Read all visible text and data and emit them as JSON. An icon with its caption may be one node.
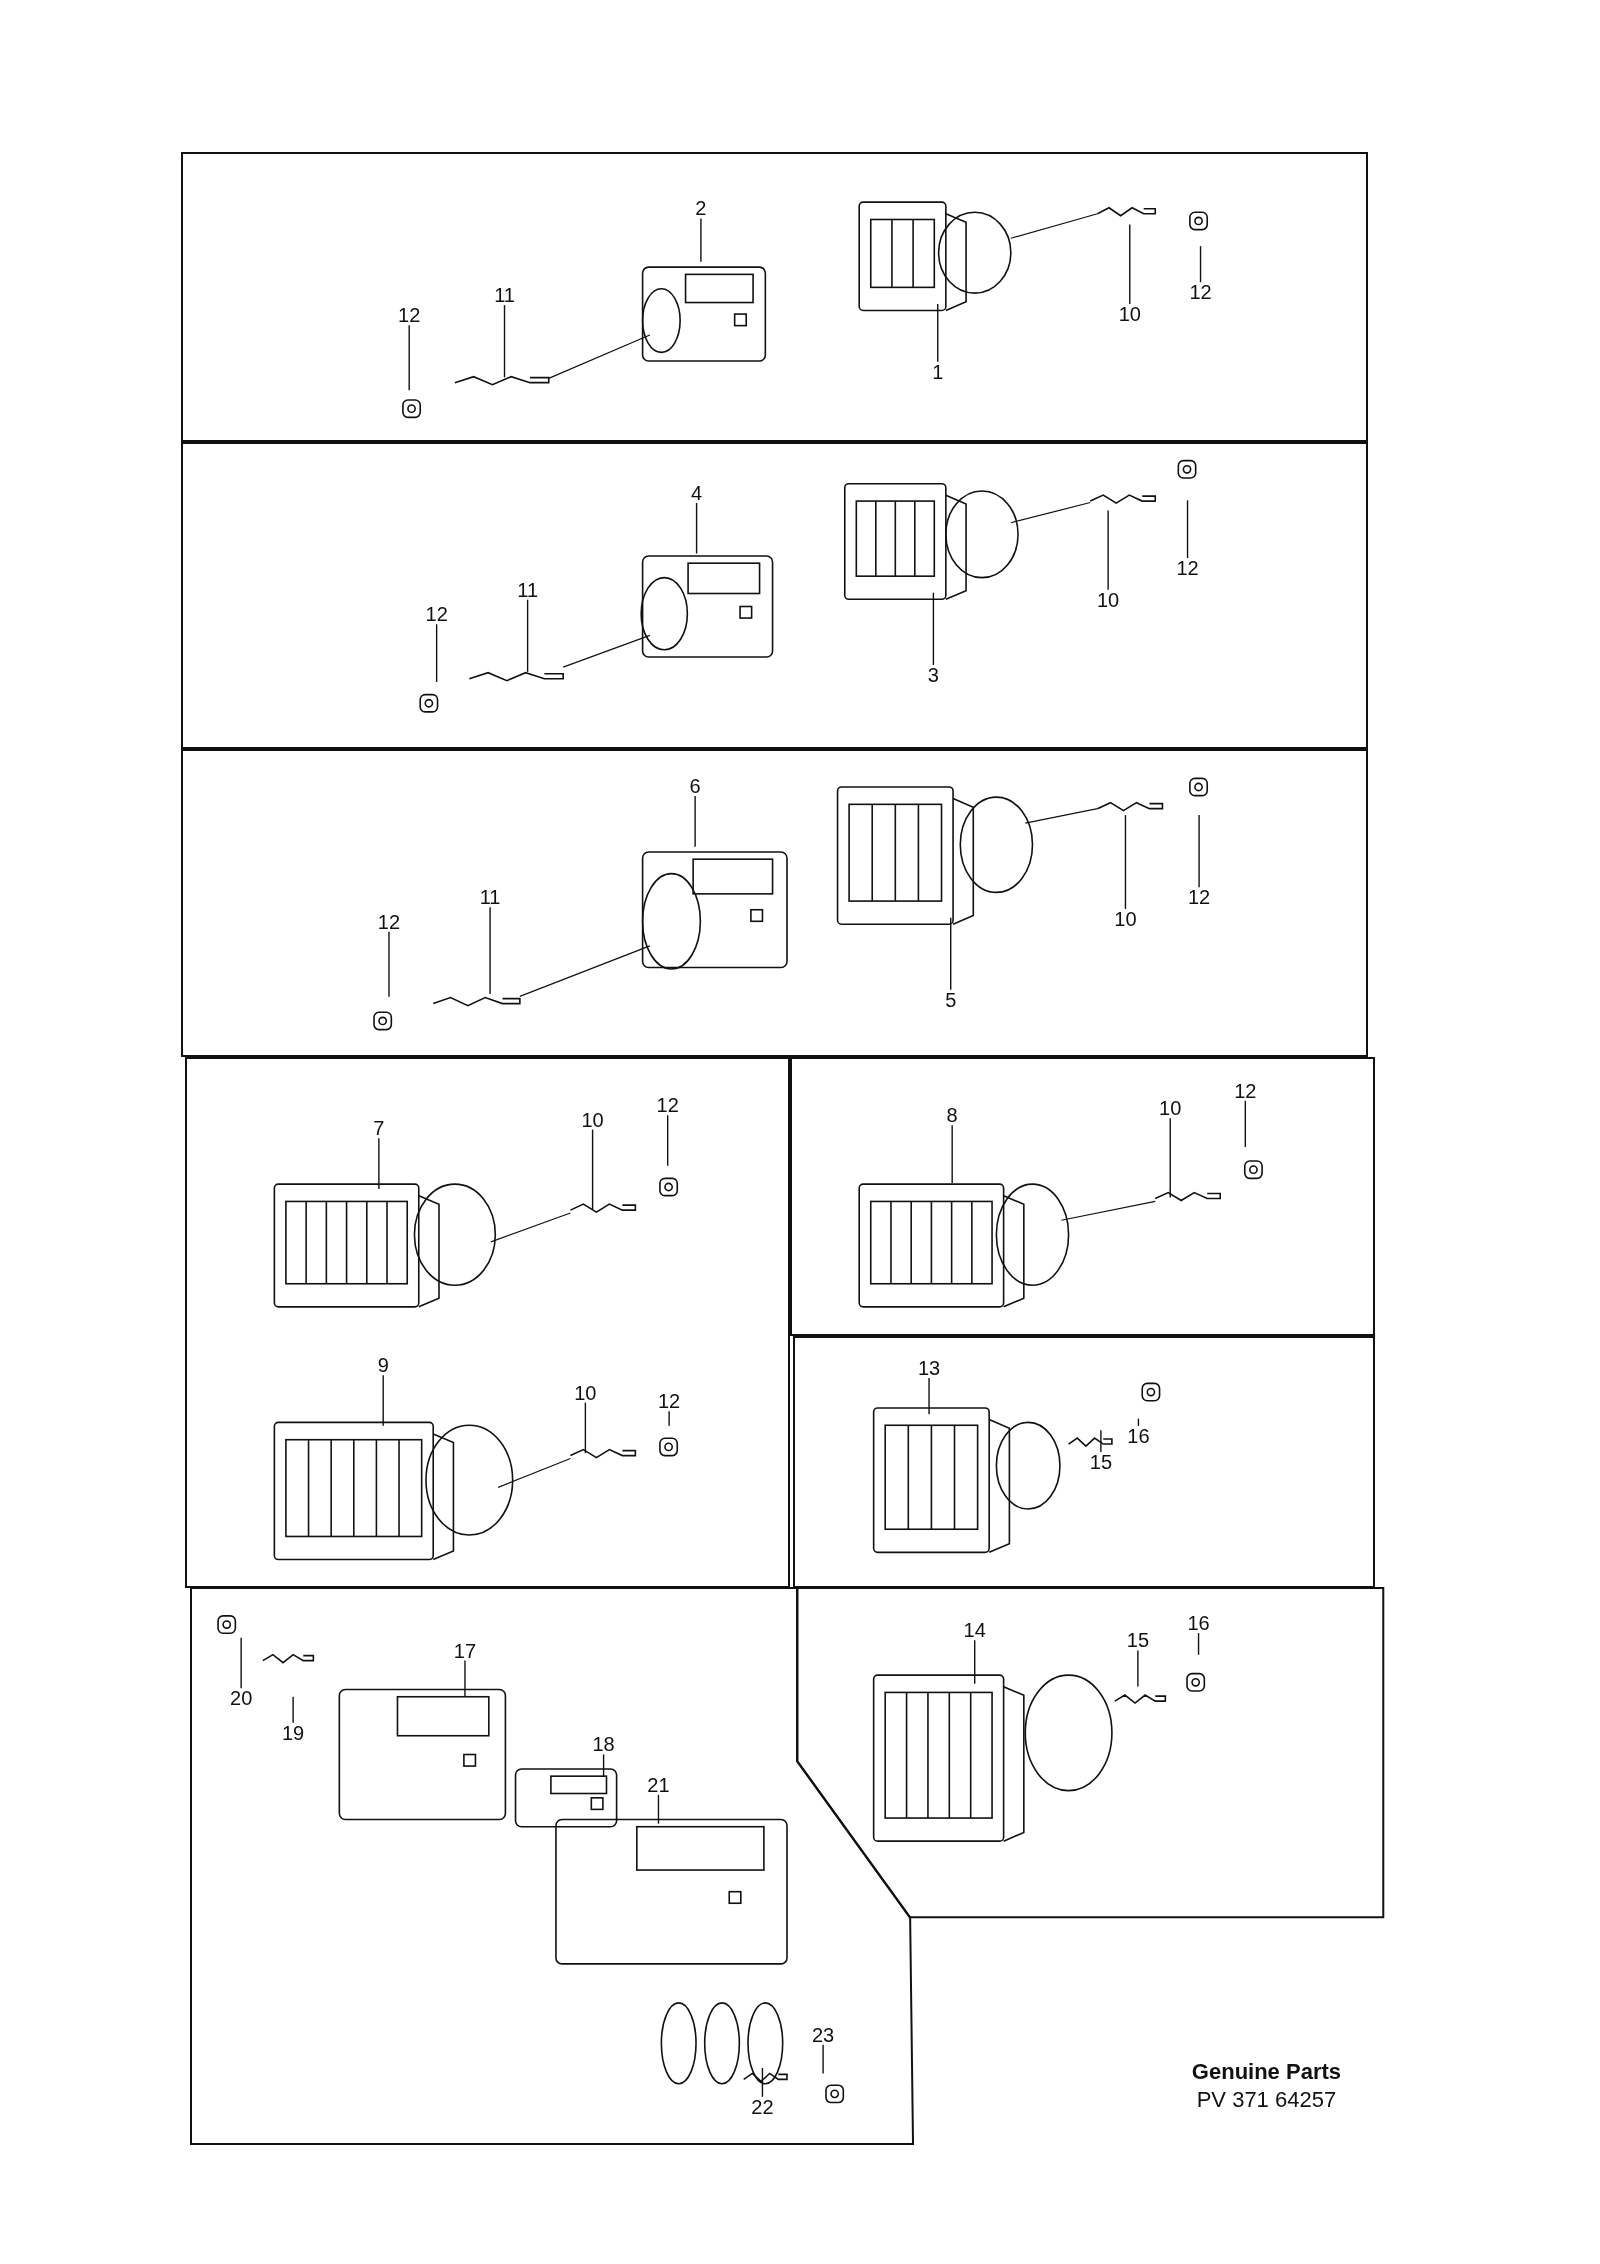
{
  "diagram": {
    "nodes": [
      {
        "text": [],
        "shape": "box"
      },
      {
        "text": [],
        "shape": "box"
      },
      {
        "text": [],
        "shape": "box"
      },
      {
        "text": [],
        "shape": "box"
      },
      {
        "text": [],
        "shape": "box"
      },
      {
        "text": [],
        "shape": "box"
      },
      {
        "text": [],
        "shape": "box"
      },
      {
        "text": [],
        "shape": "box"
      },
      {
        "text": [
          "2"
        ],
        "in": 0
      },
      {
        "text": [
          "12"
        ],
        "in": 0
      },
      {
        "text": [
          "11"
        ],
        "in": 0
      },
      {
        "text": [
          "1"
        ],
        "in": 0
      },
      {
        "text": [
          "10"
        ],
        "in": 0
      },
      {
        "text": [
          "12"
        ],
        "in": 0
      },
      {
        "text": [
          "4"
        ],
        "in": 1
      },
      {
        "text": [
          "12"
        ],
        "in": 1
      },
      {
        "text": [
          "11"
        ],
        "in": 1
      },
      {
        "text": [
          "3"
        ],
        "in": 1
      },
      {
        "text": [
          "10"
        ],
        "in": 1
      },
      {
        "text": [
          "12"
        ],
        "in": 1
      },
      {
        "text": [
          "6"
        ],
        "in": 2
      },
      {
        "text": [
          "12"
        ],
        "in": 2
      },
      {
        "text": [
          "11"
        ],
        "in": 2
      },
      {
        "text": [
          "5"
        ],
        "in": 2
      },
      {
        "text": [
          "10"
        ],
        "in": 2
      },
      {
        "text": [
          "12"
        ],
        "in": 2
      },
      {
        "text": [
          "7"
        ],
        "in": 3
      },
      {
        "text": [
          "10"
        ],
        "in": 3
      },
      {
        "text": [
          "12"
        ],
        "in": 3
      },
      {
        "text": [
          "9"
        ],
        "in": 3
      },
      {
        "text": [
          "10"
        ],
        "in": 3
      },
      {
        "text": [
          "12"
        ],
        "in": 3
      },
      {
        "text": [
          "8"
        ],
        "in": 4
      },
      {
        "text": [
          "10"
        ],
        "in": 4
      },
      {
        "text": [
          "12"
        ],
        "in": 4
      },
      {
        "text": [
          "13"
        ],
        "in": 5
      },
      {
        "text": [
          "15"
        ],
        "in": 5
      },
      {
        "text": [
          "16"
        ],
        "in": 5
      },
      {
        "text": [
          "17"
        ],
        "in": 6
      },
      {
        "text": [
          "20"
        ],
        "in": 6
      },
      {
        "text": [
          "19"
        ],
        "in": 6
      },
      {
        "text": [
          "18"
        ],
        "in": 6
      },
      {
        "text": [
          "21"
        ],
        "in": 6
      },
      {
        "text": [
          "23"
        ],
        "in": 6
      },
      {
        "text": [
          "22"
        ],
        "in": 6
      },
      {
        "text": [
          "14"
        ],
        "in": 7
      },
      {
        "text": [
          "15"
        ],
        "in": 7
      },
      {
        "text": [
          "16"
        ],
        "in": 7
      }
    ],
    "edges": [
      {
        "from": 8,
        "to": null,
        "arrow": "none"
      },
      {
        "from": 9,
        "to": null,
        "arrow": "none"
      },
      {
        "from": 10,
        "to": null,
        "arrow": "none"
      },
      {
        "from": 11,
        "to": null,
        "arrow": "none"
      },
      {
        "from": 12,
        "to": null,
        "arrow": "none"
      },
      {
        "from": 13,
        "to": null,
        "arrow": "none"
      },
      {
        "from": 14,
        "to": null,
        "arrow": "none"
      },
      {
        "from": 15,
        "to": null,
        "arrow": "none"
      },
      {
        "from": 16,
        "to": null,
        "arrow": "none"
      },
      {
        "from": 17,
        "to": null,
        "arrow": "none"
      },
      {
        "from": 18,
        "to": null,
        "arrow": "none"
      },
      {
        "from": 19,
        "to": null,
        "arrow": "none"
      },
      {
        "from": 20,
        "to": null,
        "arrow": "none"
      },
      {
        "from": 21,
        "to": null,
        "arrow": "none"
      },
      {
        "from": 22,
        "to": null,
        "arrow": "none"
      },
      {
        "from": 23,
        "to": null,
        "arrow": "none"
      },
      {
        "from": 24,
        "to": null,
        "arrow": "none"
      },
      {
        "from": 25,
        "to": null,
        "arrow": "none"
      },
      {
        "from": 26,
        "to": null,
        "arrow": "none"
      },
      {
        "from": 27,
        "to": null,
        "arrow": "none"
      },
      {
        "from": 28,
        "to": null,
        "arrow": "none"
      },
      {
        "from": 29,
        "to": null,
        "arrow": "none"
      },
      {
        "from": 30,
        "to": null,
        "arrow": "none"
      },
      {
        "from": 31,
        "to": null,
        "arrow": "none"
      },
      {
        "from": 32,
        "to": null,
        "arrow": "none"
      },
      {
        "from": 33,
        "to": null,
        "arrow": "none"
      },
      {
        "from": 34,
        "to": null,
        "arrow": "none"
      },
      {
        "from": 35,
        "to": null,
        "arrow": "none"
      },
      {
        "from": 36,
        "to": null,
        "arrow": "none"
      },
      {
        "from": 37,
        "to": null,
        "arrow": "none"
      },
      {
        "from": 38,
        "to": null,
        "arrow": "none"
      },
      {
        "from": 39,
        "to": null,
        "arrow": "none"
      },
      {
        "from": 40,
        "to": null,
        "arrow": "none"
      },
      {
        "from": 41,
        "to": null,
        "arrow": "none"
      },
      {
        "from": 42,
        "to": null,
        "arrow": "none"
      },
      {
        "from": 43,
        "to": null,
        "arrow": "none"
      },
      {
        "from": 44,
        "to": null,
        "arrow": "none"
      },
      {
        "from": 45,
        "to": null,
        "arrow": "none"
      },
      {
        "from": 46,
        "to": null,
        "arrow": "none"
      },
      {
        "from": 47,
        "to": null,
        "arrow": "none"
      }
    ],
    "labels": [
      "Genuine Parts",
      "PV 371 64257"
    ]
  }
}
